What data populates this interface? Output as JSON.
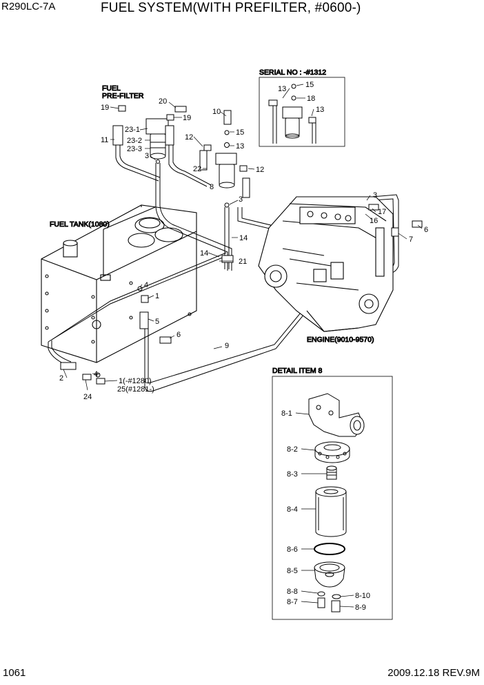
{
  "header": {
    "model": "R290LC-7A",
    "title": "FUEL SYSTEM(WITH PREFILTER, #0600-)"
  },
  "footer": {
    "page_number": "1061",
    "date_rev": "2009.12.18  REV.9M"
  },
  "captions": {
    "prefilter_1": "FUEL",
    "prefilter_2": "PRE-FILTER",
    "fuel_tank": "FUEL TANK(1080)",
    "engine": "ENGINE(9010-9570)",
    "serial": "SERIAL NO : -#1312",
    "detail": "DETAIL  ITEM 8"
  },
  "labels": {
    "l19a": "19",
    "l20": "20",
    "l19b": "19",
    "l231": "23-1",
    "l232": "23-2",
    "l233": "23-3",
    "l11": "11",
    "l3a": "3",
    "l22": "22",
    "l8": "8",
    "l10": "10",
    "l15a": "15",
    "l13a": "13",
    "l12a": "12",
    "l12b": "12",
    "l3b": "3",
    "l14a": "14",
    "l14b": "14",
    "l21": "21",
    "l4a": "4",
    "l1a": "1",
    "l5": "5",
    "l6a": "6",
    "l9": "9",
    "l2": "2",
    "l4b": "4",
    "l1b": "1(-#1280)",
    "l25": "25(#1281-)",
    "l24": "24",
    "l3c": "3",
    "l17": "17",
    "l16": "16",
    "l6b": "6",
    "l7": "7",
    "s13a": "13",
    "s15": "15",
    "s18": "18",
    "s13b": "13",
    "d81": "8-1",
    "d82": "8-2",
    "d83": "8-3",
    "d84": "8-4",
    "d86": "8-6",
    "d85": "8-5",
    "d88": "8-8",
    "d87": "8-7",
    "d810": "8-10",
    "d89": "8-9"
  }
}
